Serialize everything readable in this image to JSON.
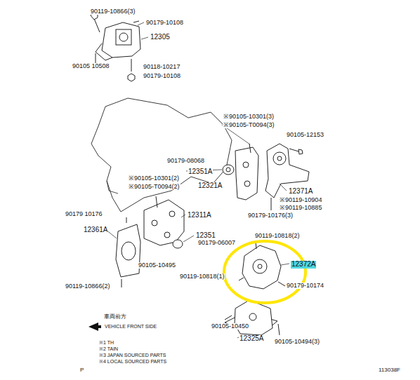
{
  "diagram": {
    "labels": [
      "90119-10866(3)",
      "90179-10108",
      "12305",
      "90105 10508",
      "90118-10217",
      "90179-10108",
      "※90105-10301(3)",
      "※90105-T0094(3)",
      "90105-12153",
      "90179-08068",
      "12351A",
      "12321A",
      "※90105-10301(2)",
      "※90105-T0094(2)",
      "12371A",
      "※90119-10904",
      "※90119-10885",
      "90179-10176(3)",
      "90179 10176",
      "12311A",
      "12361A",
      "12351",
      "90179-06007",
      "90119-10818(2)",
      "12372A",
      "90105-10495",
      "90119-10818(1)",
      "90179-10174",
      "90119-10866(2)",
      "90105-10450",
      "12325A",
      "90105-10494(3)",
      "車両前方",
      "VEHICLE FRONT SIDE",
      "※1 TH",
      "※2 TAIN",
      "※3 JAPAN SOURCED PARTS",
      "※4 LOCAL SOURCED PARTS",
      "P",
      "113038F"
    ]
  }
}
